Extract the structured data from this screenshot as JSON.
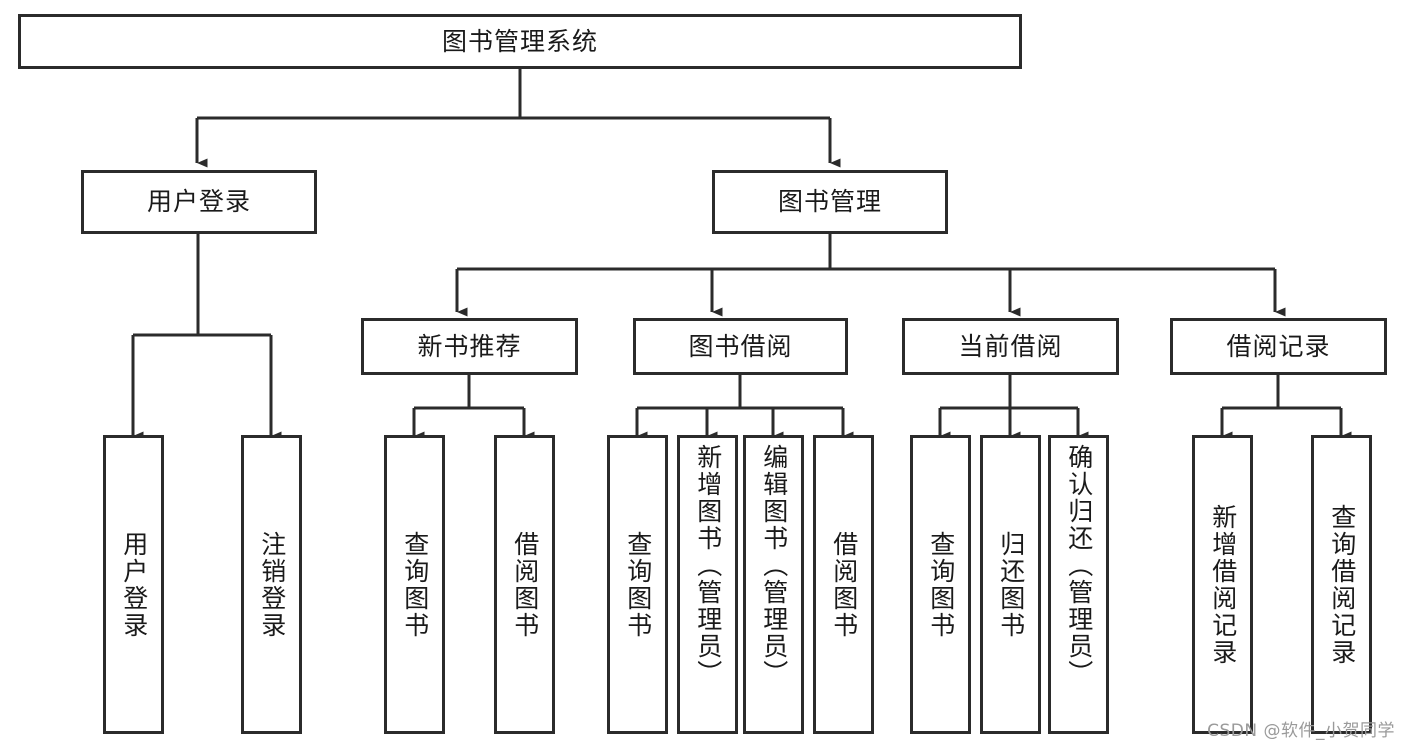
{
  "diagram": {
    "type": "tree-hierarchy-diagram",
    "title": "图书管理系统",
    "watermark": "CSDN @软件_小贺同学",
    "colors": {
      "border": "#2b2b2b",
      "background": "#ffffff",
      "text": "#1a1a1a",
      "watermark": "#9a9a9a"
    },
    "nodes": {
      "root": {
        "label": "图书管理系统"
      },
      "level2": [
        {
          "id": "user-login",
          "label": "用户登录"
        },
        {
          "id": "book-manage",
          "label": "图书管理"
        }
      ],
      "level3": [
        {
          "id": "new-book-recommend",
          "label": "新书推荐"
        },
        {
          "id": "book-borrow",
          "label": "图书借阅"
        },
        {
          "id": "current-borrow",
          "label": "当前借阅"
        },
        {
          "id": "borrow-record",
          "label": "借阅记录"
        }
      ],
      "leaves": {
        "user-login": [
          {
            "id": "leaf-user-login",
            "label": "用户登录"
          },
          {
            "id": "leaf-user-logout",
            "label": "注销登录"
          }
        ],
        "new-book-recommend": [
          {
            "id": "leaf-query-book-1",
            "label": "查询图书"
          },
          {
            "id": "leaf-borrow-book-1",
            "label": "借阅图书"
          }
        ],
        "book-borrow": [
          {
            "id": "leaf-query-book-2",
            "label": "查询图书"
          },
          {
            "id": "leaf-add-book",
            "label": "新增图书（管理员）"
          },
          {
            "id": "leaf-edit-book",
            "label": "编辑图书（管理员）"
          },
          {
            "id": "leaf-borrow-book-2",
            "label": "借阅图书"
          }
        ],
        "current-borrow": [
          {
            "id": "leaf-query-book-3",
            "label": "查询图书"
          },
          {
            "id": "leaf-return-book",
            "label": "归还图书"
          },
          {
            "id": "leaf-confirm-return",
            "label": "确认归还（管理员）"
          }
        ],
        "borrow-record": [
          {
            "id": "leaf-add-record",
            "label": "新增借阅记录"
          },
          {
            "id": "leaf-query-record",
            "label": "查询借阅记录"
          }
        ]
      }
    }
  }
}
